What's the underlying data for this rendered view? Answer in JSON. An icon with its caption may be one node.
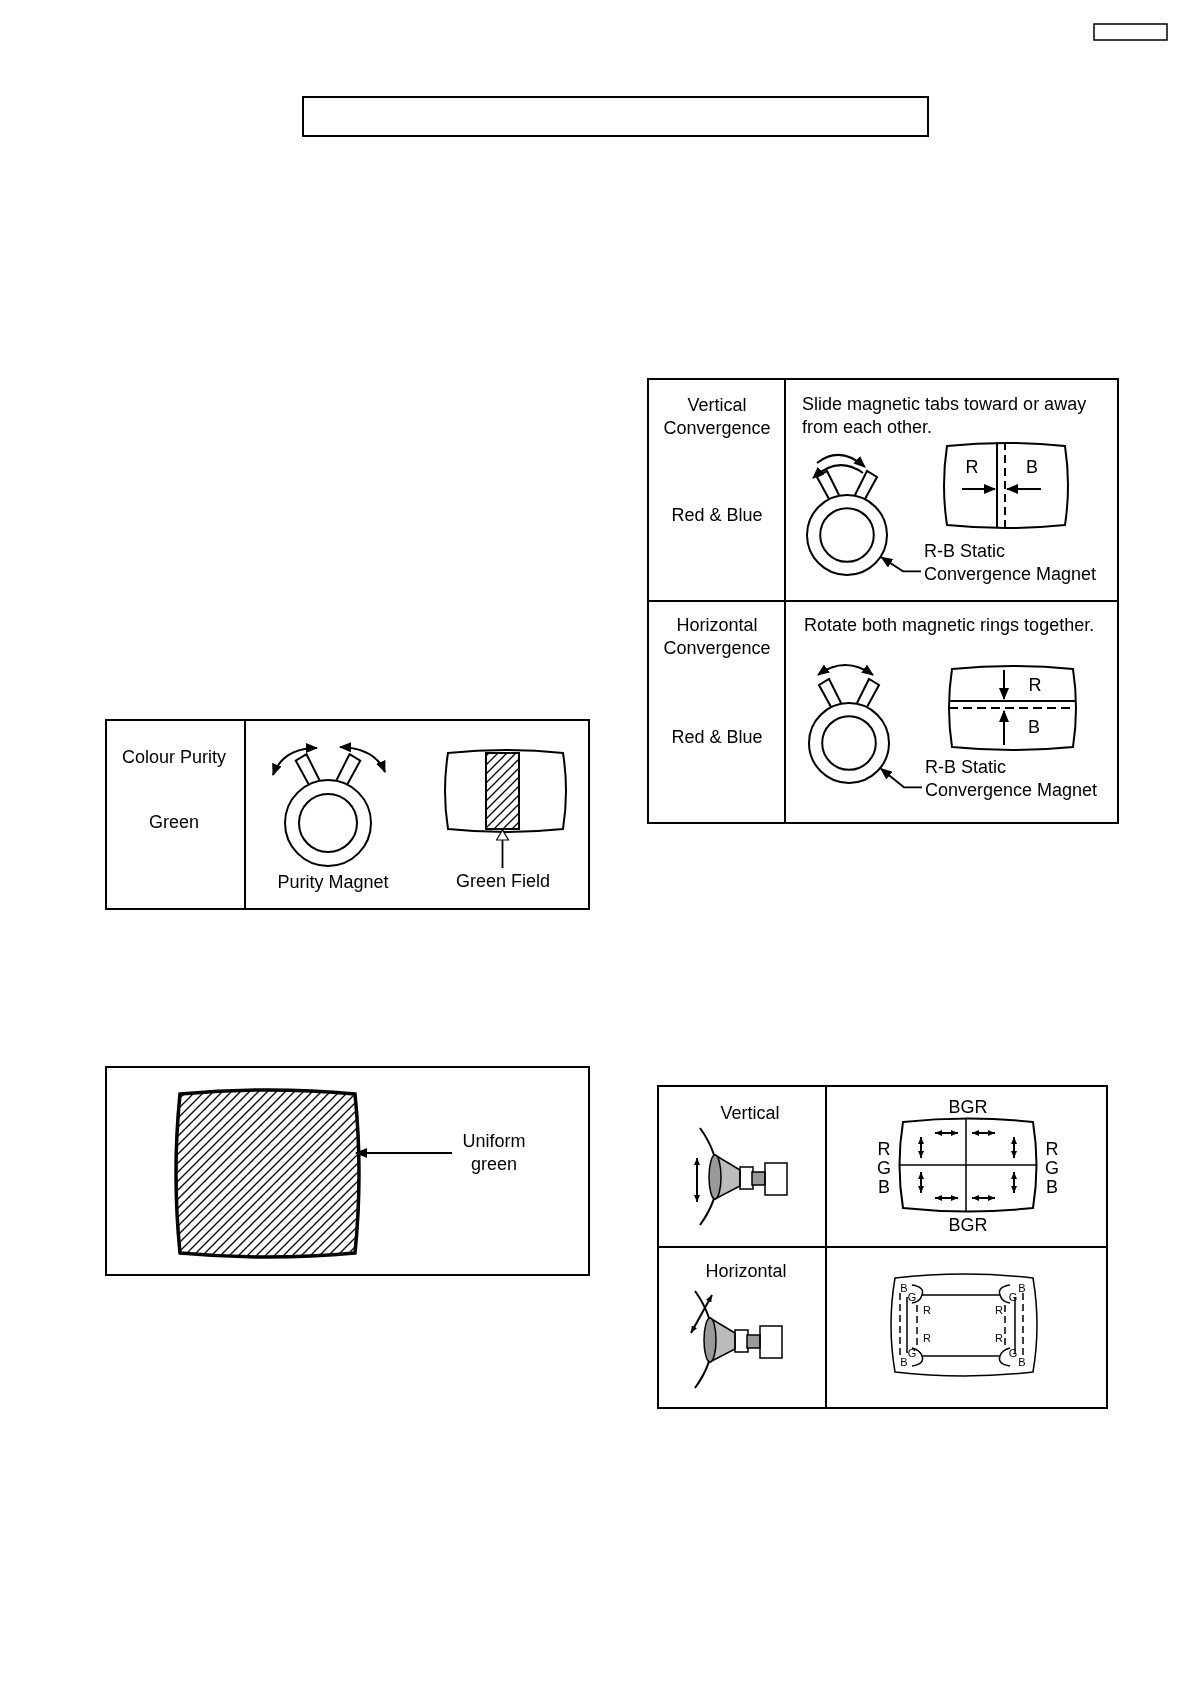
{
  "diagram": {
    "nodes": [
      {
        "text": [],
        "shape": "box"
      },
      {
        "text": [],
        "shape": "box"
      },
      {
        "text": [],
        "shape": "bar"
      },
      {
        "text": [
          "Green Field"
        ]
      },
      {
        "text": [],
        "shape": "circle"
      },
      {
        "text": [
          "R-B Static Convergence Magnet"
        ]
      },
      {
        "text": [],
        "shape": "circle"
      },
      {
        "text": [
          "R-B Static Convergence Magnet"
        ]
      },
      {
        "text": [],
        "shape": "box"
      },
      {
        "text": [
          "Uniform green"
        ]
      }
    ],
    "edges": [
      {
        "from": 3,
        "to": 2,
        "arrow": "to"
      },
      {
        "from": 5,
        "to": 4,
        "arrow": "to"
      },
      {
        "from": 7,
        "to": 6,
        "arrow": "to"
      },
      {
        "from": 9,
        "to": 8,
        "arrow": "to"
      }
    ],
    "labels": [
      "Vertical Convergence",
      "Slide magnetic tabs toward or away from each other.",
      "Red & Blue",
      "R",
      "B",
      "Horizontal Convergence",
      "Rotate both magnetic rings together.",
      "R",
      "B",
      "Red & Blue",
      "Colour Purity",
      "Green",
      "Purity Magnet",
      "Vertical",
      "BGR",
      "R",
      "G",
      "B",
      "R",
      "G",
      "B",
      "BGR",
      "Horizontal",
      "B",
      "B",
      "G",
      "G",
      "R",
      "R",
      "R",
      "R",
      "G",
      "G",
      "B",
      "B"
    ]
  }
}
